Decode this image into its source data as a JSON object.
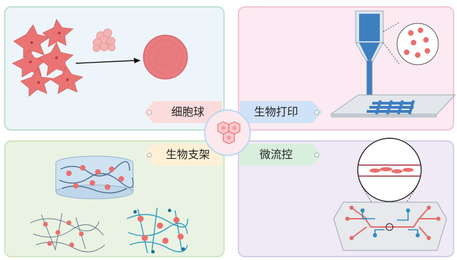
{
  "labels": {
    "spheroid": "细胞球",
    "bioprinting": "生物打印",
    "scaffold": "生物支架",
    "microfluidics": "微流控"
  },
  "colors": {
    "cell": "#ea6f6f",
    "nozzle": "#3d7dbe",
    "fiber": "#2b9dbf"
  }
}
